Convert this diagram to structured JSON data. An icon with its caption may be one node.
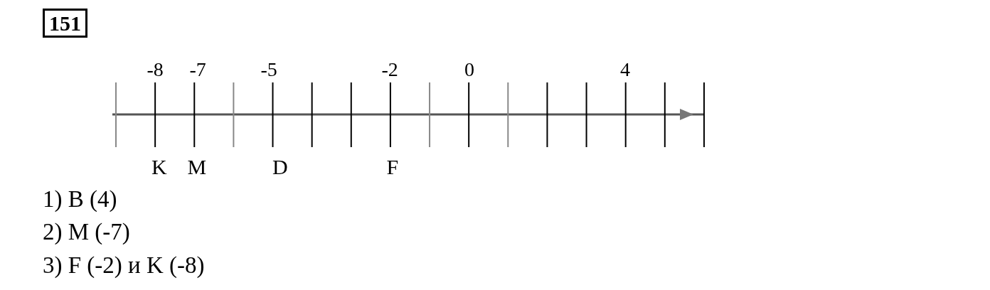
{
  "diagram": {
    "title": "151",
    "labels": [
      "-8",
      "-7",
      "-5",
      "-2",
      "0",
      "4",
      "K",
      "M",
      "D",
      "F",
      "1) B (4)",
      "2) M (-7)",
      "3) F (-2) и K (-8)"
    ]
  }
}
